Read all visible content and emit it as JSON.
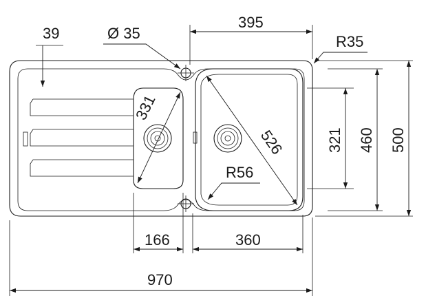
{
  "diagram": {
    "labels": {
      "d39": "39",
      "d35": "Ø 35",
      "d395": "395",
      "r35": "R35",
      "d331": "331",
      "d526": "526",
      "d321": "321",
      "d460": "460",
      "d500": "500",
      "r56": "R56",
      "d166": "166",
      "d360": "360",
      "d970": "970"
    }
  }
}
